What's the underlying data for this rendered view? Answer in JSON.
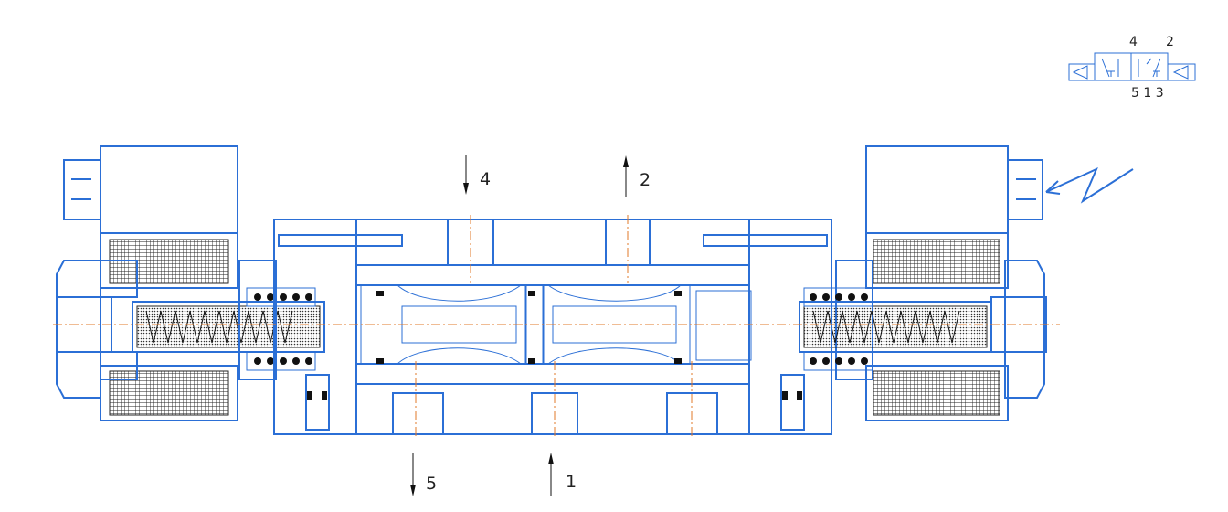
{
  "ports": {
    "p4": "4",
    "p2": "2",
    "p5": "5",
    "p1": "1"
  },
  "symbol": {
    "top_left": "4",
    "top_right": "2",
    "bottom": "5 1 3"
  },
  "colors": {
    "outline": "#2b6fd6",
    "centerline": "#e07a2a",
    "hatch": "#111111",
    "spool_fill": "#c8c8c8",
    "coil_grid": "#222222"
  }
}
